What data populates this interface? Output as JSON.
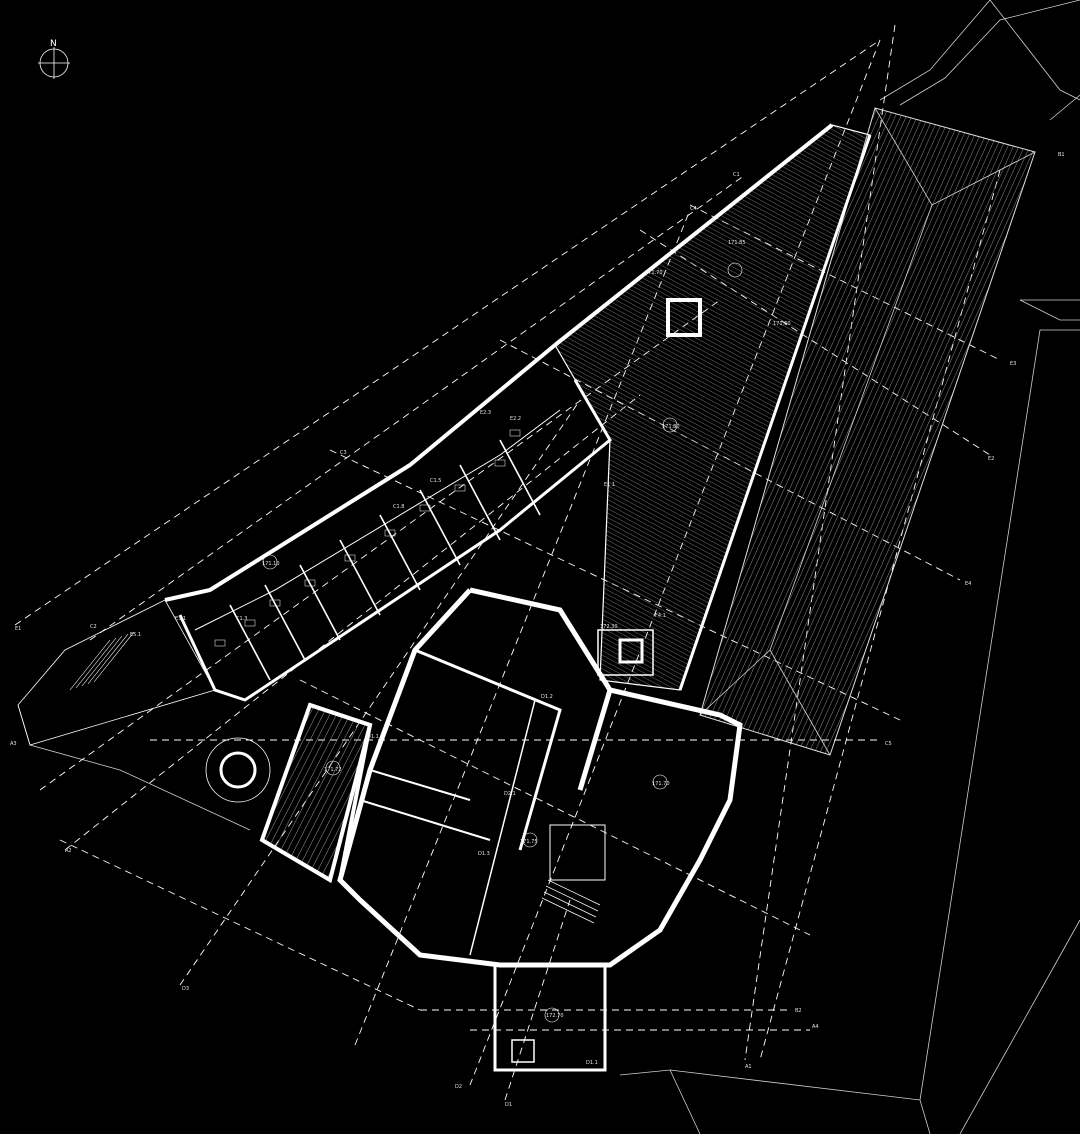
{
  "north_label": "N",
  "room_labels": {
    "r1": "171.10",
    "r2": "171.75",
    "r3": "171.85",
    "r4": "171.70",
    "r5": "171.72",
    "r6": "171.80",
    "r7": "171.70",
    "r8": "172.70",
    "r9": "171.60",
    "r10": "172.30"
  },
  "space_labels": {
    "s1": "E3.1",
    "s2": "E2.3",
    "s3": "E2.2",
    "s4": "C1.8",
    "s5": "C1.5",
    "s6": "C1.3",
    "s7": "D1.1",
    "s8": "D1.2",
    "s9": "D1.3",
    "s10": "D2.1",
    "s11": "E1.1",
    "s12": "F4.1",
    "s13": "E5.1",
    "s14": "D1.1"
  },
  "grid_labels": {
    "g1": "A1",
    "g2": "A2",
    "g3": "A3",
    "g4": "A4",
    "g5": "B1",
    "g6": "B2",
    "g7": "C1",
    "g8": "C2",
    "g9": "C3",
    "g10": "C4",
    "g11": "C5",
    "g12": "D1",
    "g13": "D2",
    "g14": "D3",
    "g15": "E1",
    "g16": "E2",
    "g17": "E3",
    "g18": "E4"
  },
  "colors": {
    "background": "#000000",
    "line": "#ffffff",
    "hatch": "#bdbdbd",
    "dashed": "#ffffff"
  }
}
